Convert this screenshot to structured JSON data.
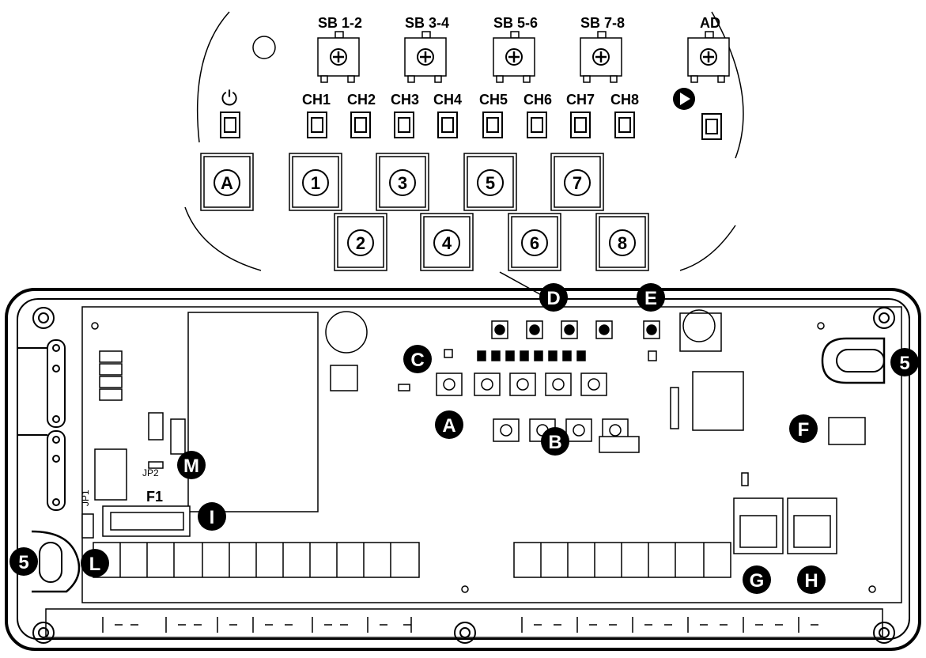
{
  "zoom": {
    "pot_labels": [
      "SB 1-2",
      "SB 3-4",
      "SB 5-6",
      "SB 7-8",
      "AD"
    ],
    "channel_labels": [
      "CH1",
      "CH2",
      "CH3",
      "CH4",
      "CH5",
      "CH6",
      "CH7",
      "CH8"
    ],
    "power_symbol": "⏻",
    "play_symbol": "▶",
    "buttons_top": [
      "A",
      "1",
      "3",
      "5",
      "7"
    ],
    "buttons_bottom": [
      "2",
      "4",
      "6",
      "8"
    ]
  },
  "board": {
    "callouts": [
      "A",
      "B",
      "C",
      "D",
      "E",
      "F",
      "G",
      "H",
      "I",
      "L",
      "M",
      "5",
      "5"
    ],
    "jumper_jp2": "JP2",
    "jumper_jp1": "JP1",
    "fuse_label": "F1"
  },
  "colors": {
    "line": "#000000",
    "background": "#ffffff",
    "callout_fill": "#000000",
    "callout_text": "#ffffff"
  }
}
